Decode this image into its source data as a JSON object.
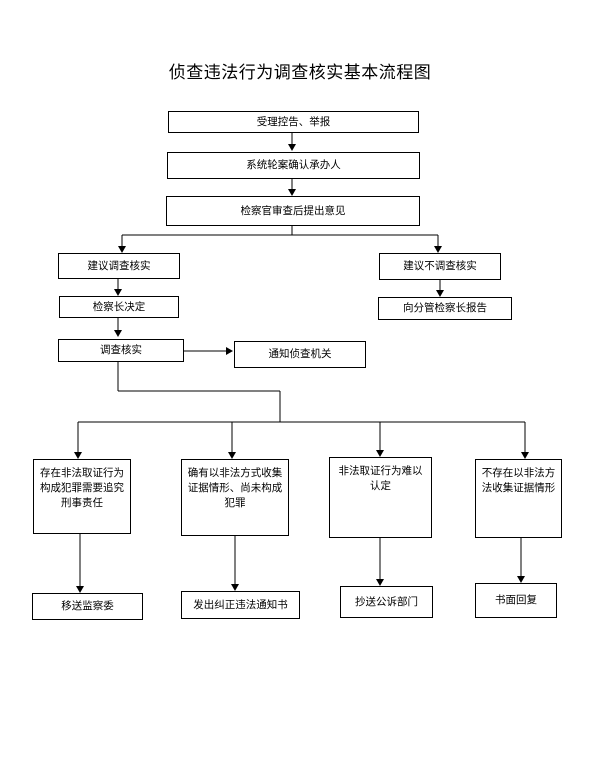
{
  "title": "侦查违法行为调查核实基本流程图",
  "nodes": {
    "accept": "受理控告、举报",
    "assign": "系统轮案确认承办人",
    "prosecutor_review": "检察官审查后提出意见",
    "suggest_investigate": "建议调查核实",
    "suggest_no_investigate": "建议不调查核实",
    "chief_decide": "检察长决定",
    "report_deputy": "向分管检察长报告",
    "investigate": "调查核实",
    "notify_agency": "通知侦查机关",
    "case_crime": "存在非法取证行为构成犯罪需要追究刑事责任",
    "case_illegal": "确有以非法方式收集证据情形、尚未构成犯罪",
    "case_hard": "非法取证行为难以认定",
    "case_none": "不存在以非法方法收集证据情形",
    "transfer_supervision": "移送监察委",
    "rectify_notice": "发出纠正违法通知书",
    "copy_dept": "抄送公诉部门",
    "written_reply": "书面回复"
  }
}
